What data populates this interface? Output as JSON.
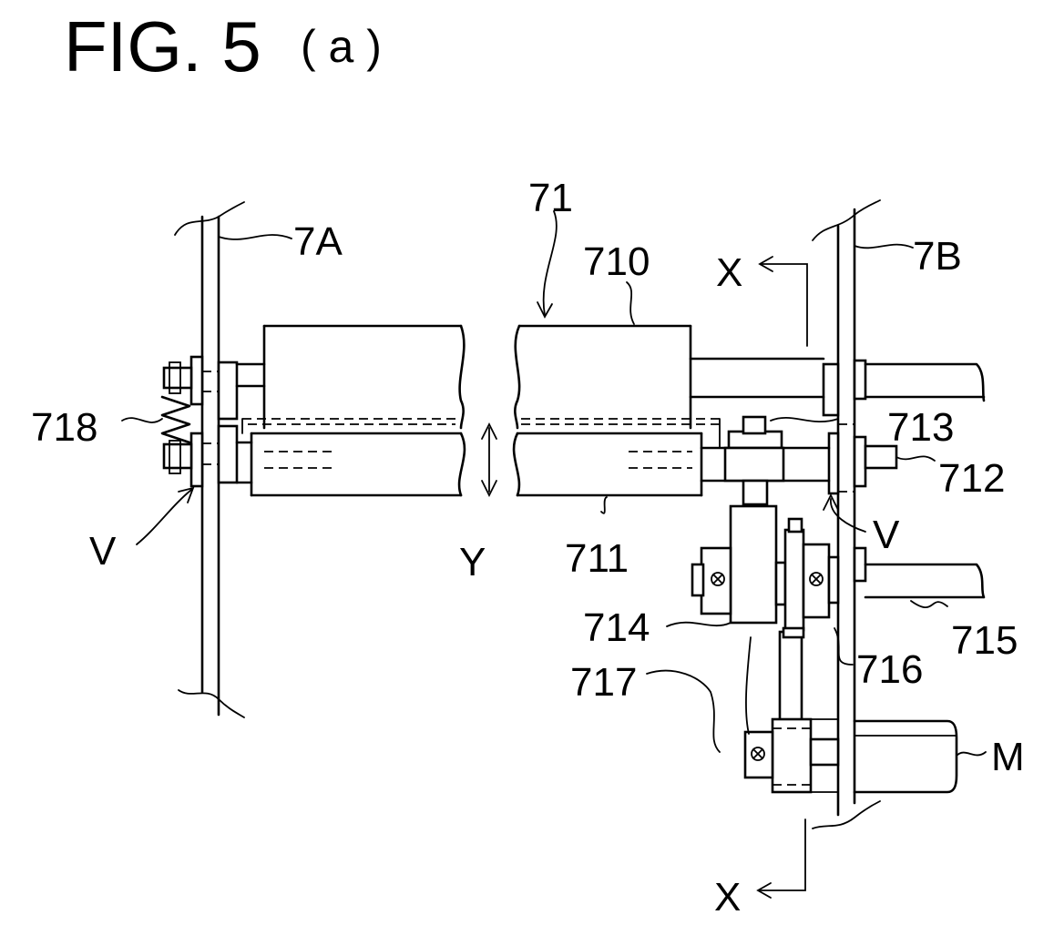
{
  "figure": {
    "title": "FIG. 5",
    "subtitle": "( a )"
  },
  "labels": {
    "plate_left": "7A",
    "plate_right": "7B",
    "roller_assembly": "71",
    "upper_roller": "710",
    "lower_roller": "711",
    "shaft": "712",
    "bolt": "713",
    "bracket": "714",
    "drive_shaft": "715",
    "link_pin": "716",
    "link_arm": "717",
    "spring": "718",
    "motor": "M",
    "section_top": "X",
    "section_bottom": "X",
    "direction": "Y",
    "detail_left": "V",
    "detail_right": "V"
  }
}
